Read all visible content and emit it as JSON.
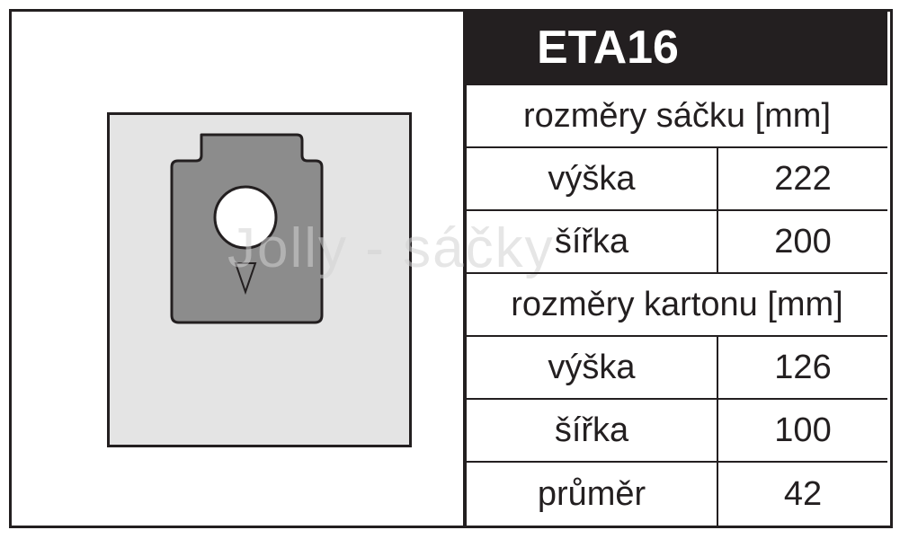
{
  "product": {
    "code": "ETA16"
  },
  "watermark": "Jolly - sáčky",
  "bag_section": {
    "title": "rozměry sáčku [mm]",
    "rows": [
      {
        "label": "výška",
        "value": "222"
      },
      {
        "label": "šířka",
        "value": "200"
      }
    ]
  },
  "carton_section": {
    "title": "rozměry kartonu [mm]",
    "rows": [
      {
        "label": "výška",
        "value": "126"
      },
      {
        "label": "šířka",
        "value": "100"
      },
      {
        "label": "průměr",
        "value": "42"
      }
    ]
  },
  "colors": {
    "ink": "#231f20",
    "card": "#e4e4e4",
    "bag": "#8c8c8c",
    "header_text": "#ffffff"
  }
}
